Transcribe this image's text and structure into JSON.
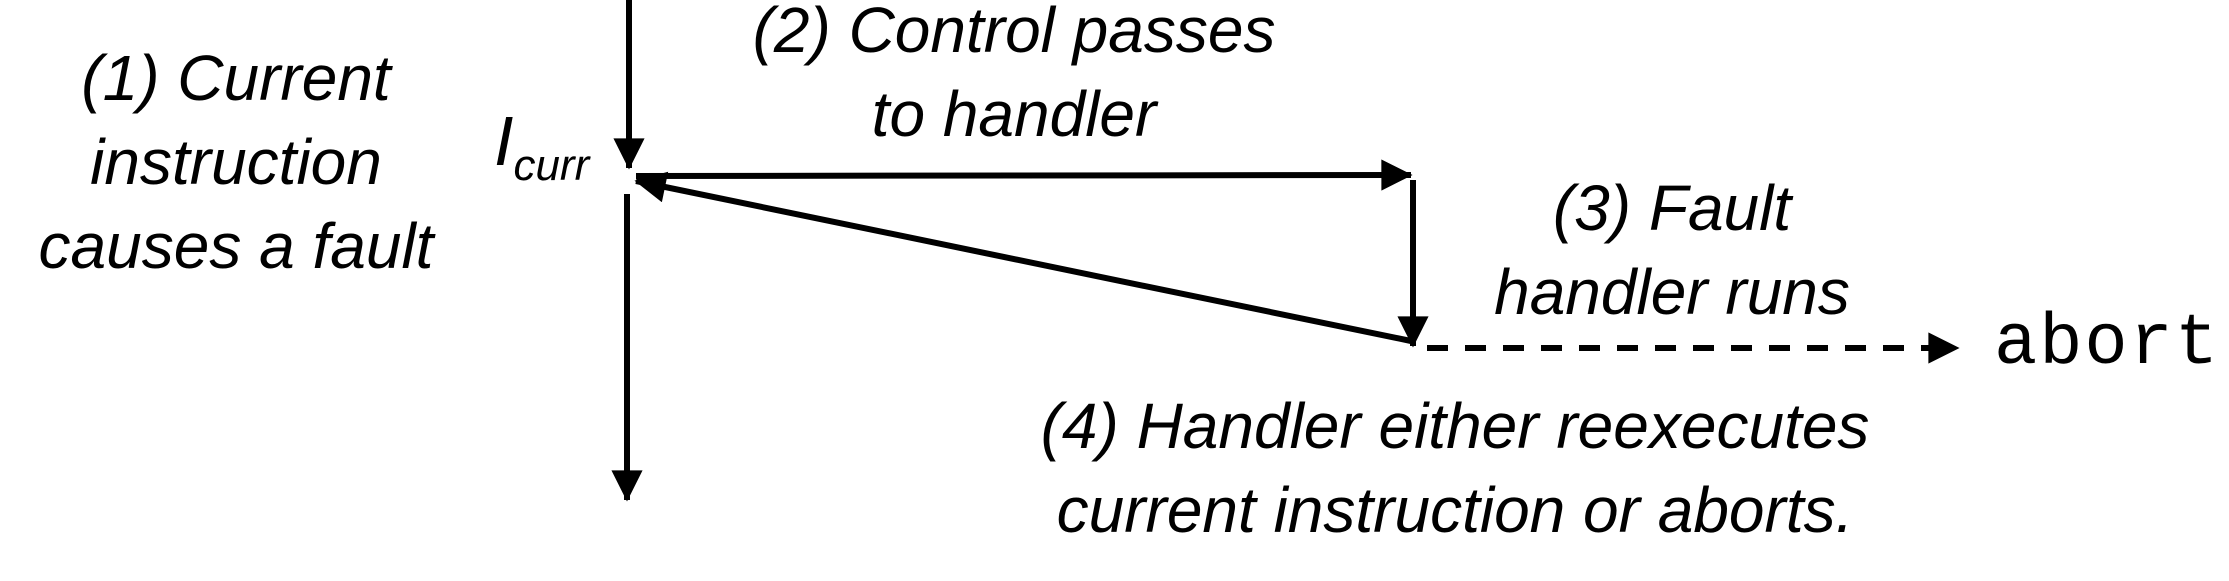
{
  "diagram": {
    "background_color": "#ffffff",
    "ink_color": "#000000",
    "notes": {
      "fault": {
        "lines": [
          "(1) Current",
          "instruction",
          "causes a fault"
        ]
      },
      "control": {
        "lines": [
          "(2) Control passes",
          "to handler"
        ]
      },
      "handler": {
        "lines": [
          "(3) Fault",
          "handler runs"
        ]
      },
      "outcome": {
        "lines": [
          "(4) Handler either reexecutes",
          "current instruction or aborts."
        ]
      }
    },
    "labels": {
      "icurr_base": "I",
      "icurr_sub": "curr",
      "abort": "abort"
    },
    "arrows": {
      "fault_arrow": "program flow into faulting instruction",
      "control_arrow": "control passes to handler",
      "handler_run_arrow": "fault handler runs",
      "reexecute_return_arrow": "handler returns to current instruction",
      "abort_dashed_arrow": "handler aborts",
      "continue_arrow": "program flow continues after reexecution"
    }
  }
}
